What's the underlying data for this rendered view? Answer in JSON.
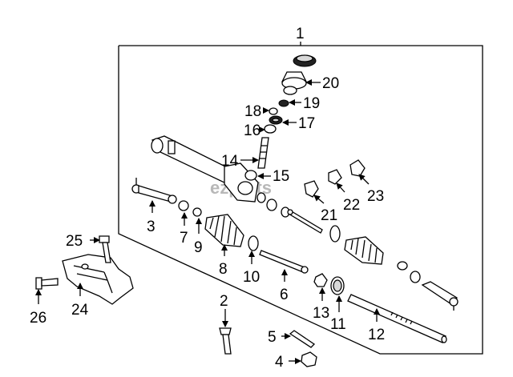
{
  "diagram": {
    "assembly_label": "1",
    "watermark": "ezparts",
    "callouts": [
      "2",
      "3",
      "4",
      "5",
      "6",
      "7",
      "8",
      "9",
      "10",
      "11",
      "12",
      "13",
      "14",
      "15",
      "16",
      "17",
      "18",
      "19",
      "20",
      "21",
      "22",
      "23",
      "24",
      "25",
      "26"
    ]
  }
}
